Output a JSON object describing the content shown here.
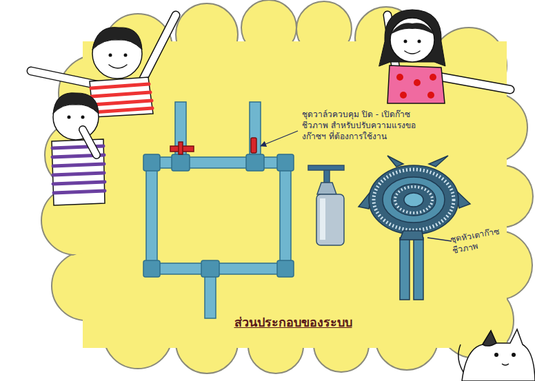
{
  "diagram": {
    "title": "ส่วนประกอบของระบบ",
    "labels": [
      "ชุดวาล์วควบคุม ปิด - เปิดก๊าซชีวภาพ สำหรับปรับความแรงของก๊าซฯ ที่ต้องการใช้งาน",
      "ชุดหัวเตาก๊าซชีวภาพ"
    ]
  }
}
